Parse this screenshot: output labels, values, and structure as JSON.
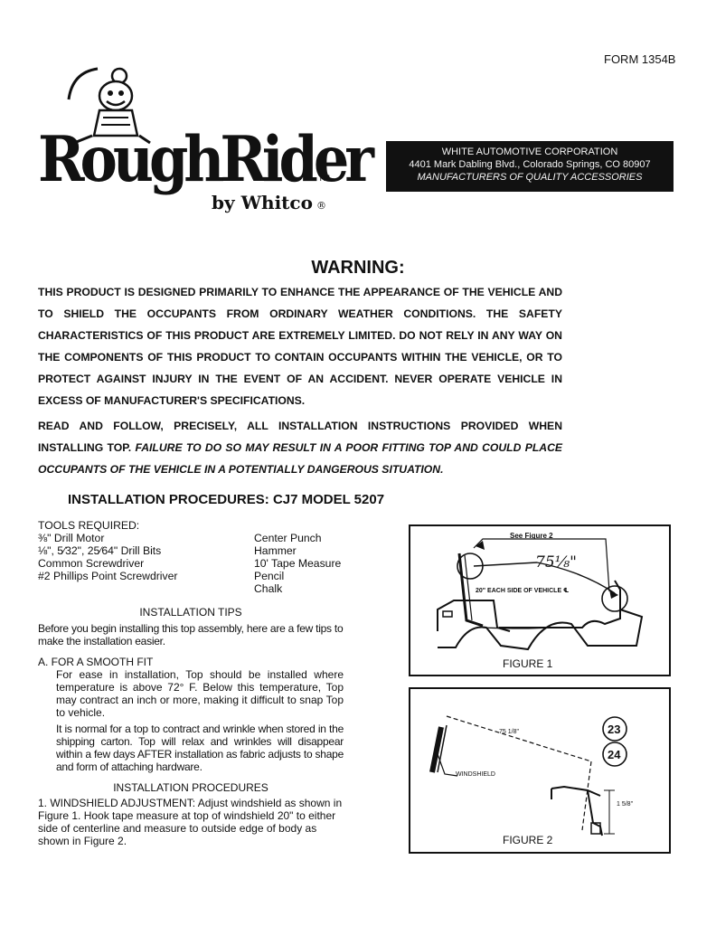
{
  "header": {
    "form_number": "FORM 1354B",
    "logo_word": "RoughRider",
    "logo_tm": "TM",
    "logo_by": "by Whitco",
    "logo_reg": "®"
  },
  "corp": {
    "line1": "WHITE AUTOMOTIVE CORPORATION",
    "line2": "4401 Mark Dabling Blvd., Colorado Springs, CO 80907",
    "line3": "MANUFACTURERS OF QUALITY ACCESSORIES"
  },
  "warning": {
    "title": "WARNING:",
    "para1": "THIS PRODUCT IS DESIGNED PRIMARILY TO ENHANCE THE APPEARANCE OF THE VEHICLE AND TO SHIELD THE OCCUPANTS FROM ORDINARY WEATHER CONDITIONS. THE SAFETY CHARACTERISTICS OF THIS PRODUCT ARE EXTREMELY LIMITED. DO NOT RELY IN ANY WAY ON THE COMPONENTS OF THIS PRODUCT TO CONTAIN OCCUPANTS WITHIN THE VEHICLE, OR TO PROTECT AGAINST INJURY IN THE EVENT OF AN ACCIDENT. NEVER OPERATE VEHICLE IN EXCESS OF MANUFACTURER'S SPECIFICATIONS.",
    "para2": "READ AND FOLLOW, PRECISELY, ALL INSTALLATION INSTRUCTIONS PROVIDED WHEN INSTALLING TOP.",
    "para2_italic": "FAILURE TO DO SO MAY RESULT IN A POOR FITTING TOP AND COULD PLACE OCCUPANTS OF THE VEHICLE IN A POTENTIALLY DANGEROUS SITUATION."
  },
  "installation": {
    "title": "INSTALLATION PROCEDURES: CJ7 MODEL 5207",
    "tools_heading": "TOOLS REQUIRED:",
    "tools_left": [
      "⅜\" Drill Motor",
      "⅛\", 5⁄32\", 25⁄64\" Drill Bits",
      "Common Screwdriver",
      "#2 Phillips Point Screwdriver"
    ],
    "tools_right": [
      "Center Punch",
      "Hammer",
      "10' Tape Measure",
      "Pencil",
      "Chalk"
    ],
    "tips_heading": "INSTALLATION TIPS",
    "tips_intro": "Before you begin installing this top assembly, here are a few tips to make the installation easier.",
    "tip_a_title": "A. FOR A SMOOTH FIT",
    "tip_a_p1": "For ease in installation, Top should be installed where temperature is above 72° F. Below this temperature, Top may contract an inch or more, making it difficult to snap Top to vehicle.",
    "tip_a_p2": "It is normal for a top to contract and wrinkle when stored in the shipping carton. Top will relax and wrinkles will disappear within a few days AFTER installation as fabric adjusts to shape and form of attaching hardware.",
    "procedures_heading": "INSTALLATION PROCEDURES",
    "step1": "1. WINDSHIELD ADJUSTMENT: Adjust windshield as shown in Figure 1. Hook tape measure at top of windshield 20\" to either side of centerline and measure to outside edge of body as shown in Figure 2."
  },
  "figure1": {
    "caption": "FIGURE 1",
    "see_label": "See Figure 2",
    "dimension": "75⅛\"",
    "note": "20\" EACH SIDE OF VEHICLE ℄"
  },
  "figure2": {
    "caption": "FIGURE 2",
    "dimension": "75 1/8\"",
    "windshield_label": "WINDSHIELD",
    "height_label": "1 5/8\"",
    "callout_a": "23",
    "callout_b": "24"
  }
}
